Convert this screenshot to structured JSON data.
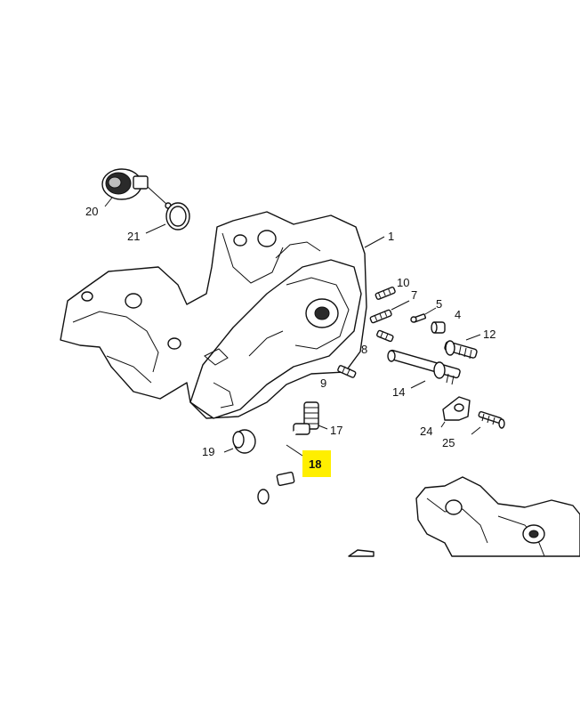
{
  "labels": {
    "l1": "1",
    "l4": "4",
    "l5": "5",
    "l7": "7",
    "l8": "8",
    "l9": "9",
    "l10": "10",
    "l12": "12",
    "l14": "14",
    "l17": "17",
    "l18": "18",
    "l19": "19",
    "l20": "20",
    "l21": "21",
    "l24": "24",
    "l25": "25"
  },
  "colors": {
    "highlight": "#ffef00",
    "ink": "#111111",
    "paper": "#ffffff"
  },
  "highlighted_part": "18"
}
